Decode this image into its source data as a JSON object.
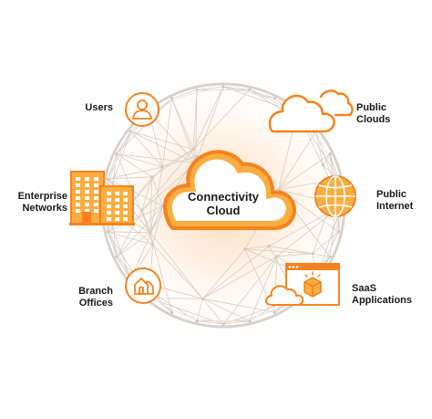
{
  "center": {
    "line1": "Connectivity",
    "line2": "Cloud"
  },
  "nodes": {
    "users": {
      "label": "Users",
      "icon": "user-icon"
    },
    "enterprise": {
      "line1": "Enterprise",
      "line2": "Networks",
      "icon": "office-building-icon"
    },
    "branch": {
      "line1": "Branch",
      "line2": "Offices",
      "icon": "branch-office-icon"
    },
    "public_clouds": {
      "line1": "Public",
      "line2": "Clouds",
      "icon": "cloud-icon"
    },
    "public_internet": {
      "line1": "Public",
      "line2": "Internet",
      "icon": "globe-icon"
    },
    "saas": {
      "line1": "SaaS",
      "line2": "Applications",
      "icon": "saas-app-window-icon"
    }
  },
  "colors": {
    "accent": "#f6821f",
    "accent_dark": "#e06a10",
    "accent_light": "#fbad41",
    "mesh": "#d9d2cc",
    "glow": "#fde3c8",
    "text": "#1a1a1a"
  }
}
